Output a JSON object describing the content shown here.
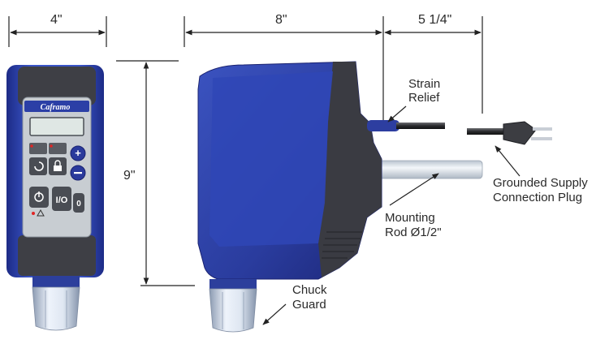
{
  "dimensions": {
    "width": "4\"",
    "length": "8\"",
    "cord": "5 1/4\"",
    "height": "9\""
  },
  "brand": "Caframo",
  "labels": {
    "strain_relief_line1": "Strain",
    "strain_relief_line2": "Relief",
    "plug_line1": "Grounded Supply",
    "plug_line2": "Connection Plug",
    "rod_line1": "Mounting",
    "rod_line2": "Rod  Ø1/2\"",
    "chuck_line1": "Chuck",
    "chuck_line2": "Guard"
  },
  "colors": {
    "body_blue": "#2c40a8",
    "body_dark": "#1b2570",
    "panel_grey": "#c8cdd2",
    "cap_dark": "#3e3f45",
    "chuck_silver": "#c9d6e6",
    "line": "#222222"
  }
}
